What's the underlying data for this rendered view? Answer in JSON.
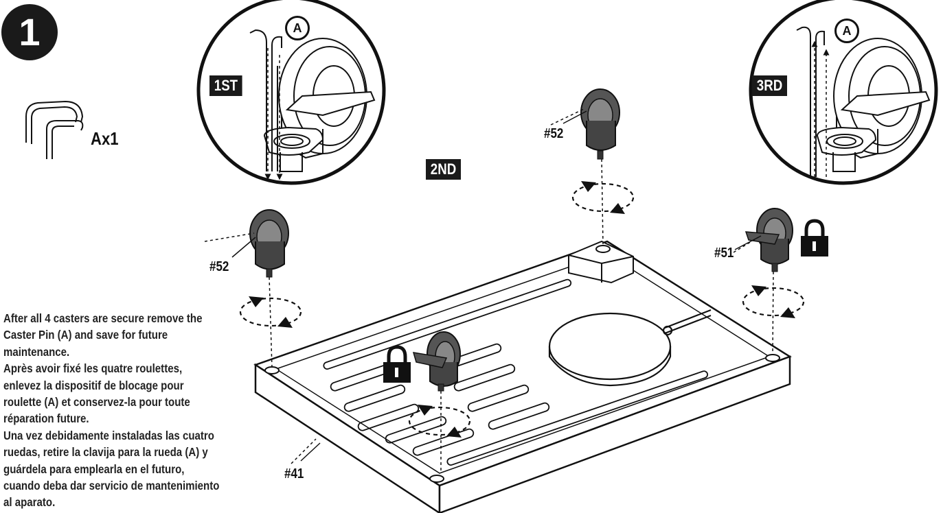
{
  "step": {
    "number": "1"
  },
  "parts": {
    "caster_pin_qty": "Ax1",
    "caster_52_left": "#52",
    "caster_52_top": "#52",
    "caster_51": "#51",
    "base_41": "#41"
  },
  "callouts": {
    "first": "1ST",
    "second": "2ND",
    "third": "3RD",
    "pin_label_a_left": "A",
    "pin_label_a_right": "A"
  },
  "icons": [
    "lock-icon",
    "caster-icon",
    "rotation-arrow-icon",
    "caster-pin-icon"
  ],
  "instructions": {
    "en": "After all 4 casters are secure remove the Caster Pin (A) and save for future maintenance.",
    "fr": "Après avoir fixé les quatre roulettes, enlevez la dispositif de blocage pour roulette (A) et conservez-la pour toute réparation future.",
    "es": "Una vez debidamente instaladas las cuatro ruedas, retire la clavija para la rueda (A) y guárdela para emplearla en el futuro, cuando deba dar servicio de mantenimiento al aparato."
  }
}
